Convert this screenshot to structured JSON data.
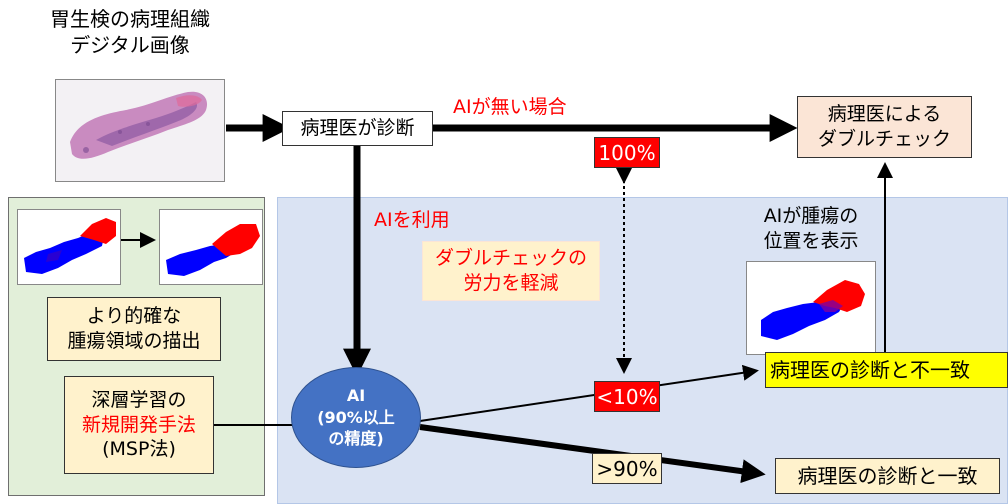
{
  "title_block": {
    "line1": "胃生検の病理組織",
    "line2": "デジタル画像"
  },
  "nodes": {
    "pathologist_diagnosis": "病理医が診断",
    "double_check_line1": "病理医による",
    "double_check_line2": "ダブルチェック",
    "ai_line1": "AI",
    "ai_line2": "(90%以上",
    "ai_line3": "の精度)",
    "mismatch": "病理医の診断と不一致",
    "match": "病理医の診断と一致",
    "tumor_location_line1": "AIが腫瘍の",
    "tumor_location_line2": "位置を表示",
    "accurate_line1": "より的確な",
    "accurate_line2": "腫瘍領域の描出",
    "method_line1": "深層学習の",
    "method_line2": "新規開発手法",
    "method_line3": "(MSP法)",
    "reduce_line1": "ダブルチェックの",
    "reduce_line2": "労力を軽減"
  },
  "edge_labels": {
    "no_ai": "AIが無い場合",
    "use_ai": "AIを利用",
    "pct_100": "100%",
    "pct_lt10": "<10%",
    "pct_gt90": ">90%"
  },
  "colors": {
    "accent_red": "#ff0000",
    "ai_node": "#4472c4",
    "panel_blue": "#dae3f3",
    "panel_green": "#e2efd9",
    "highlight_yellow": "#ffff00"
  }
}
